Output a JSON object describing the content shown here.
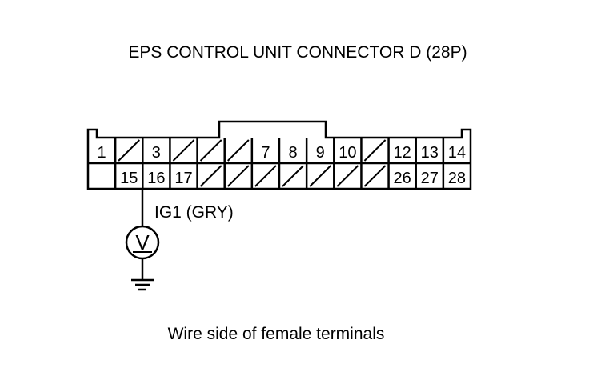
{
  "diagram": {
    "title": "EPS CONTROL UNIT CONNECTOR D (28P)",
    "footer": "Wire side of female terminals",
    "wire_label": "IG1 (GRY)",
    "meter": {
      "symbol": "V",
      "name": "voltmeter"
    },
    "ground": {
      "name": "ground"
    },
    "connector": {
      "top_row": [
        "1",
        "",
        "3",
        "",
        "",
        "",
        "7",
        "8",
        "9",
        "10",
        "",
        "12",
        "13",
        "14"
      ],
      "bottom_row": [
        "",
        "15",
        "16",
        "17",
        "",
        "",
        "",
        "",
        "",
        "",
        "",
        "26",
        "27",
        "28"
      ],
      "probed_terminal": "16"
    }
  }
}
